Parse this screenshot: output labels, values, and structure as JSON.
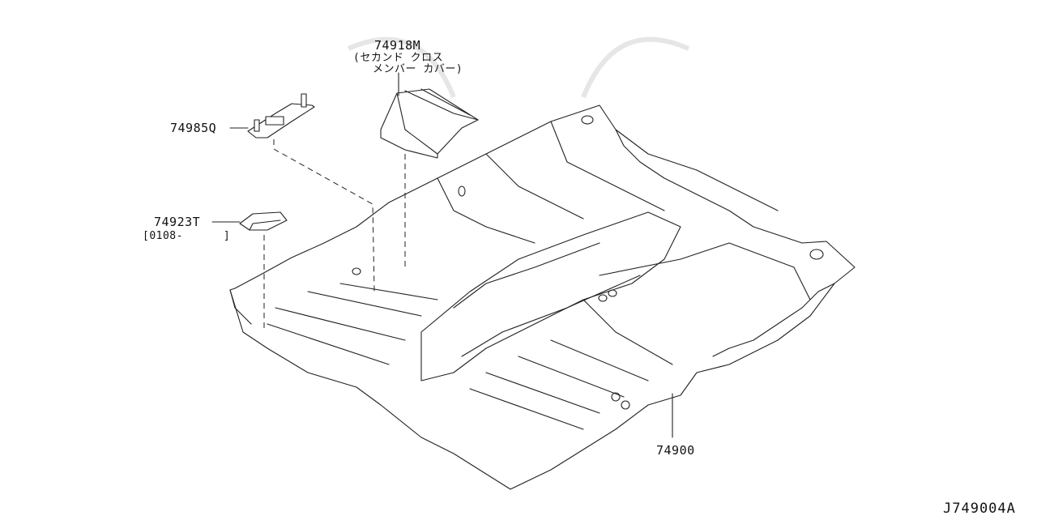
{
  "parts": [
    {
      "number": "74918M",
      "desc_line1": "(セカンド クロス",
      "desc_line2": "メンバー カバー)"
    },
    {
      "number": "74985Q"
    },
    {
      "number": "74923T",
      "note": "[0108-      ]"
    },
    {
      "number": "74900"
    }
  ],
  "figure_code": "J749004A",
  "colors": {
    "line": "#222222",
    "watermark": "#e6e6e6",
    "background": "#ffffff"
  }
}
